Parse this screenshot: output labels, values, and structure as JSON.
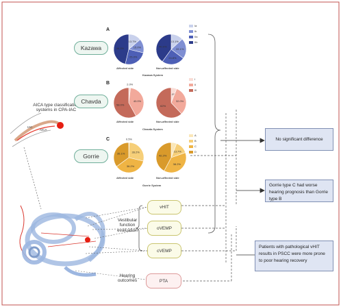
{
  "systems": [
    {
      "key": "A",
      "name": "Kazawa",
      "system_caption": "Kazawa System",
      "legend": [
        "Ia",
        "Ib",
        "IIa",
        "IIb"
      ],
      "colors": [
        "#c9d1ec",
        "#7f8fd3",
        "#4d5fb6",
        "#2c3b8a"
      ],
      "affected": {
        "caption": "Affected side",
        "slices": [
          13.7,
          15.0,
          25.0,
          46.3
        ],
        "labels": [
          "13.7%",
          "15.0%",
          "25.0%",
          "46.3%"
        ]
      },
      "nonaffected": {
        "caption": "Non-affected side",
        "slices": [
          13.1,
          22.1,
          24.8,
          40.0
        ],
        "labels": [
          "13.1%",
          "22.1%",
          "24.8%",
          "40.0%"
        ]
      }
    },
    {
      "key": "B",
      "name": "Chavda",
      "system_caption": "Chavda System",
      "legend": [
        "I",
        "II",
        "III"
      ],
      "colors": [
        "#f9dcd6",
        "#f2a99b",
        "#c46a5a"
      ],
      "affected": {
        "caption": "Affected side",
        "slices": [
          2.0,
          40.0,
          58.0
        ],
        "labels": [
          "2.0%",
          "40.0%",
          "58.0%"
        ]
      },
      "nonaffected": {
        "caption": "Non-affected side",
        "slices": [
          6.0,
          32.0,
          62.0
        ],
        "labels": [
          "6.0%",
          "32.0%",
          "62%"
        ]
      }
    },
    {
      "key": "C",
      "name": "Gorrie",
      "system_caption": "Gorrie System",
      "legend": [
        "A",
        "B",
        "C",
        "D"
      ],
      "colors": [
        "#fbe7b8",
        "#f6cf79",
        "#efb444",
        "#d99a2b"
      ],
      "affected": {
        "caption": "Affected side",
        "slices": [
          0.5,
          28.2,
          36.2,
          35.1
        ],
        "labels": [
          "0.5%",
          "28.2%",
          "36.2%",
          "35.1%"
        ]
      },
      "nonaffected": {
        "caption": "Non-affected side",
        "slices": [
          5.9,
          13.7,
          38.2,
          42.2
        ],
        "labels": [
          "",
          "13.7%",
          "38.2%",
          "42.2%"
        ]
      }
    }
  ],
  "aica_label": "AICA type classification systems in CPA-IAC",
  "ear_labels": {
    "iac": "IAC",
    "aica": "AICA"
  },
  "vestibular_label": "Vestibular function evaluation",
  "hearing_label": "Hearing outcomes",
  "tests": [
    "vHIT",
    "oVEMP",
    "cVEMP"
  ],
  "pta": "PTA",
  "outcomes": [
    "No significant difference",
    "Gorrie type C had worse hearing prognosis than Gorrie type B",
    "Patients with pathological vHIT results in PSCC were more prone to poor hearing recovery"
  ],
  "colors": {
    "frame": "#c0504d",
    "connector": "#555555",
    "ear_blue": "#9cb6e0",
    "vessel": "#d9342b"
  }
}
